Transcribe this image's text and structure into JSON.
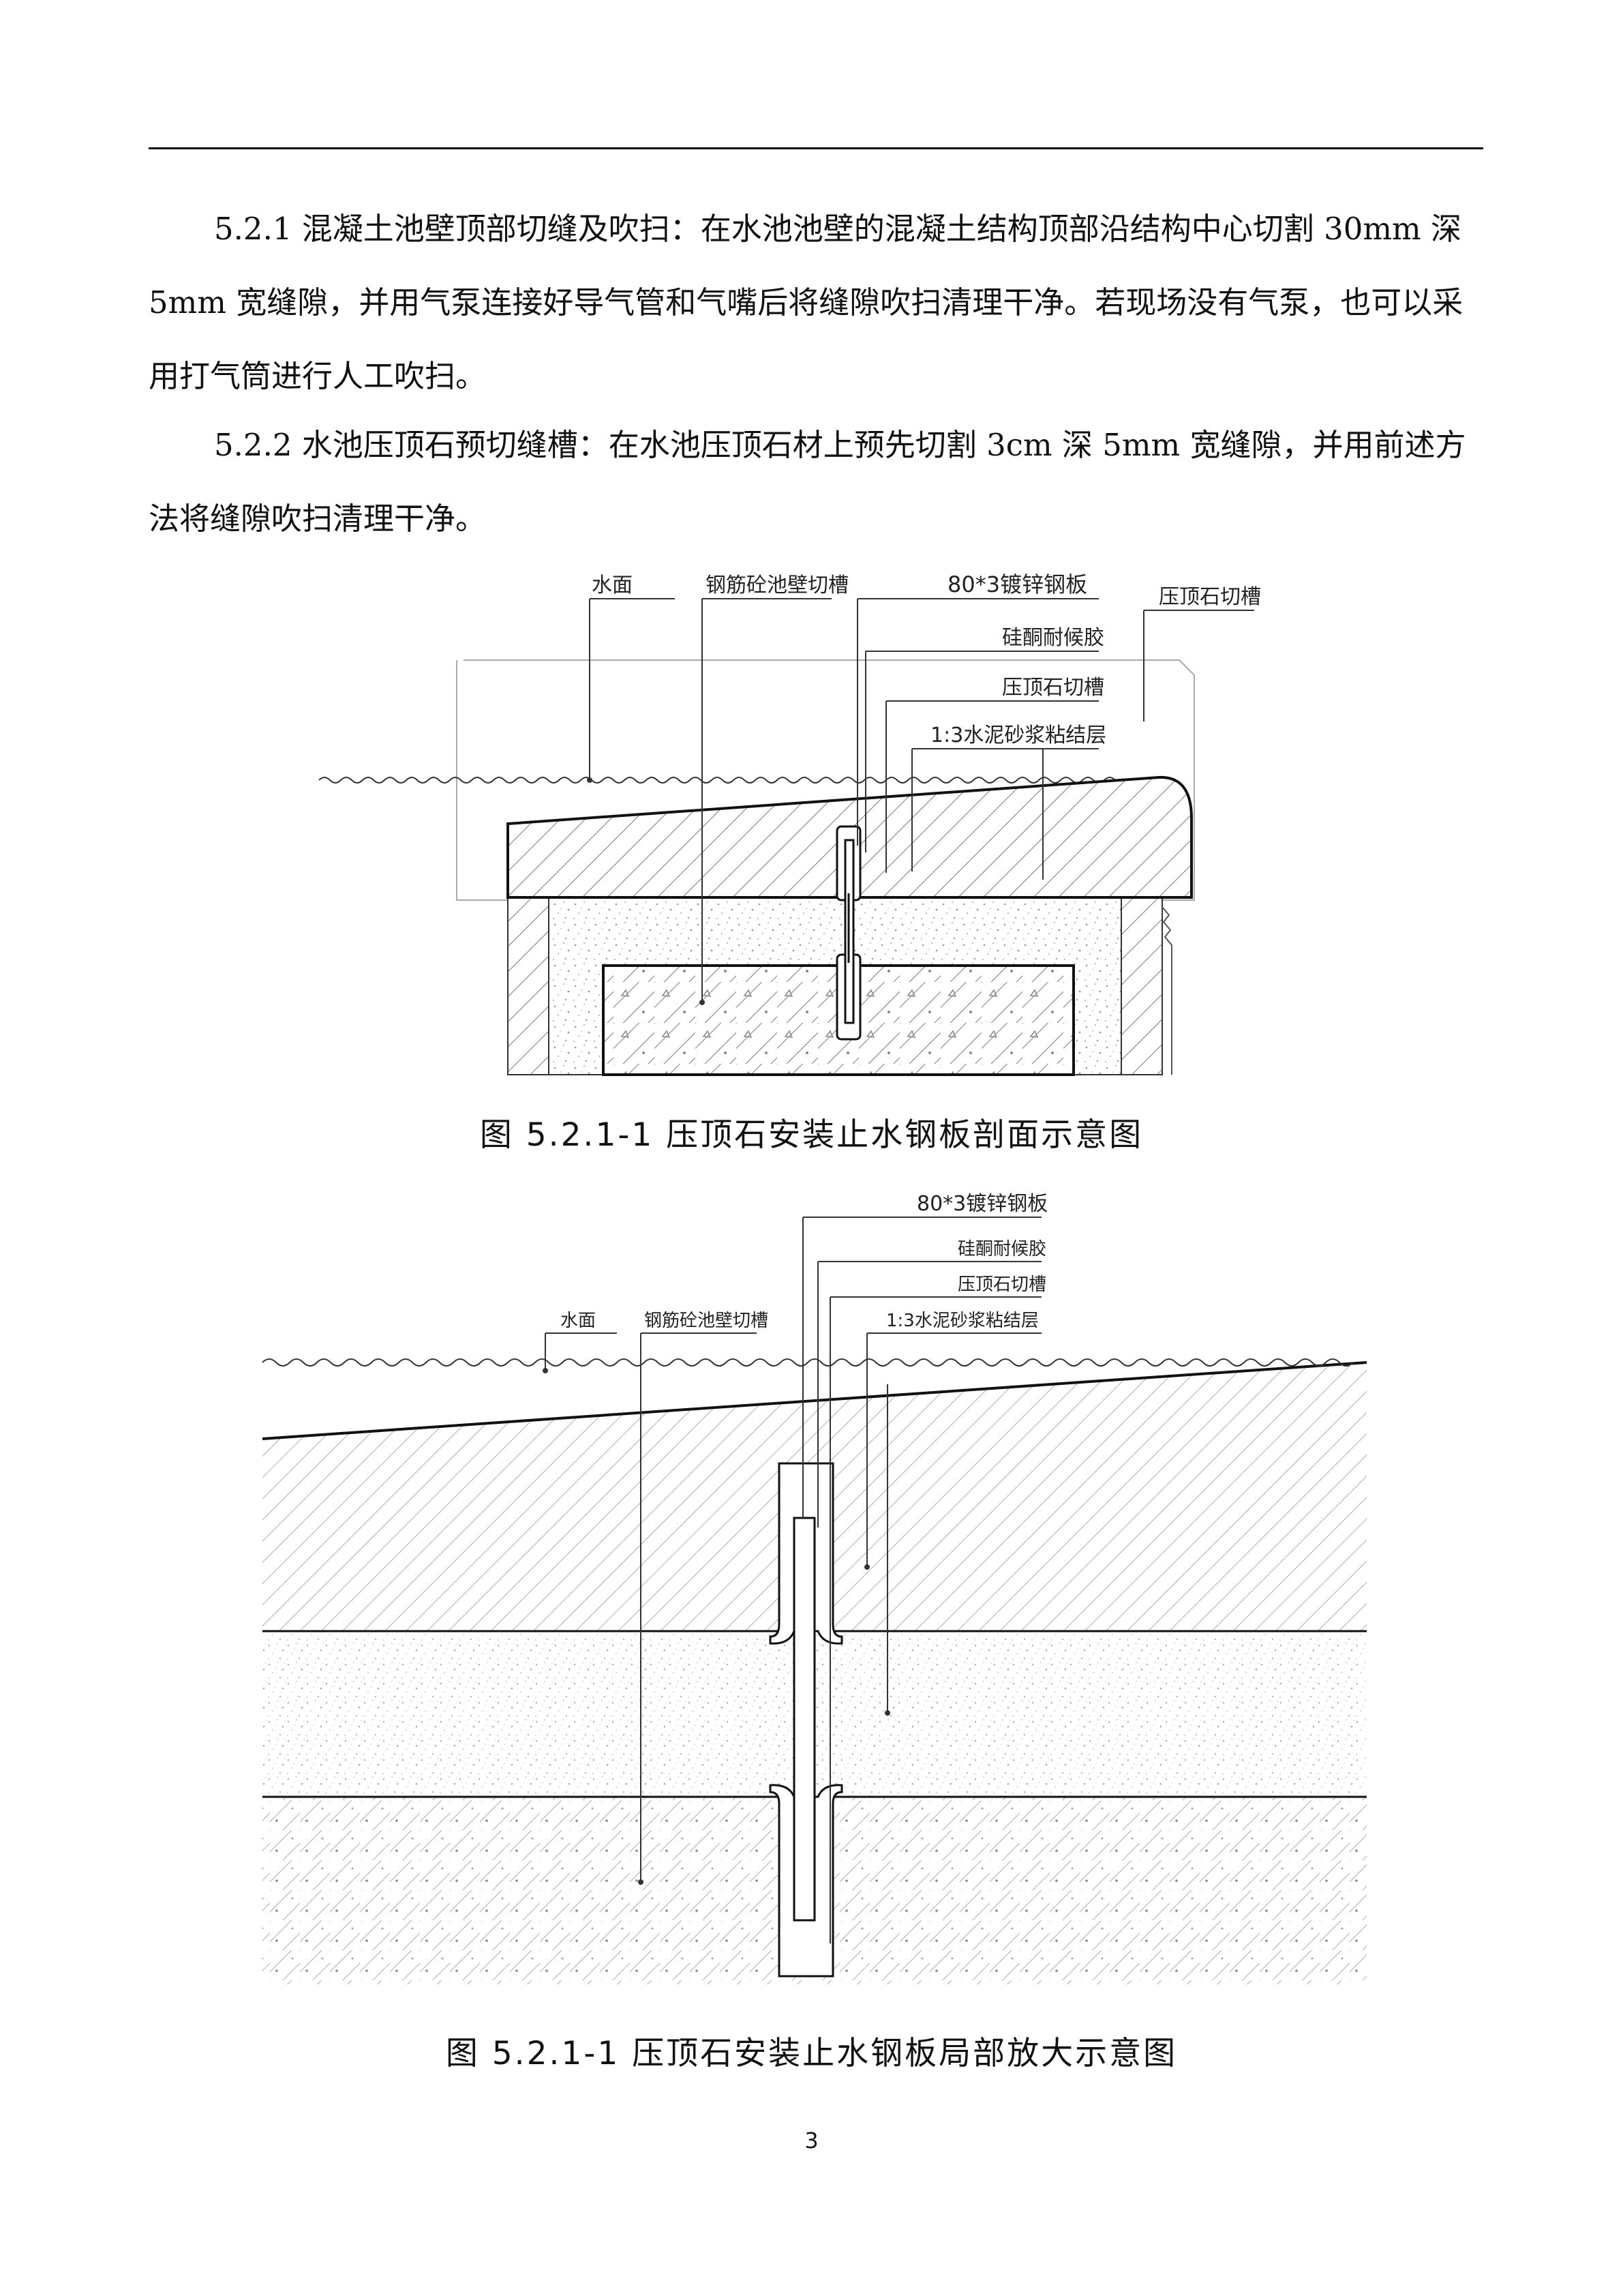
{
  "paragraphs": [
    "5.2.1 混凝土池壁顶部切缝及吹扫：在水池池壁的混凝土结构顶部沿结构中心切割 30mm 深 5mm 宽缝隙，并用气泵连接好导气管和气嘴后将缝隙吹扫清理干净。若现场没有气泵，也可以采用打气筒进行人工吹扫。",
    "5.2.2 水池压顶石预切缝槽：在水池压顶石材上预先切割 3cm 深 5mm 宽缝隙，并用前述方法将缝隙吹扫清理干净。"
  ],
  "figure1": {
    "labels": {
      "water_surface": "水面",
      "concrete_slot": "钢筋砼池壁切槽",
      "steel_plate": "80*3镀锌钢板",
      "sealant": "硅酮耐候胶",
      "coping_slot_inner": "压顶石切槽",
      "mortar": "1:3水泥砂浆粘结层",
      "coping_slot_outer": "压顶石切槽"
    },
    "caption": "图 5.2.1-1 压顶石安装止水钢板剖面示意图"
  },
  "figure2": {
    "labels": {
      "steel_plate": "80*3镀锌钢板",
      "sealant": "硅酮耐候胶",
      "coping_slot": "压顶石切槽",
      "mortar": "1:3水泥砂浆粘结层",
      "water_surface": "水面",
      "concrete_slot": "钢筋砼池壁切槽"
    },
    "caption": "图 5.2.1-1 压顶石安装止水钢板局部放大示意图"
  },
  "page_number": "3"
}
